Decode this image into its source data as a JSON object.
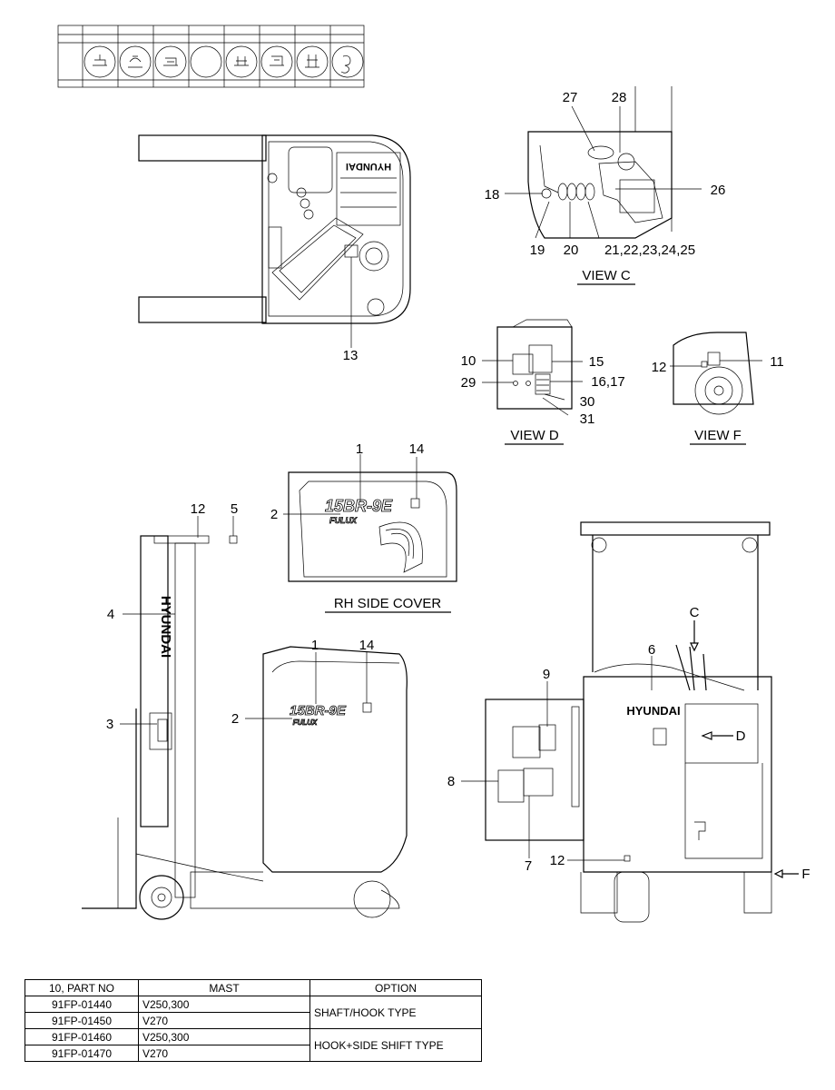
{
  "rh_side_cover": {
    "model_text": "15BR-9E",
    "sub_text": "FULUX"
  },
  "mast_brand": "HYUNDAI",
  "body_brand": "HYUNDAI",
  "console_brand": "HYUNDAI",
  "views": {
    "c": "VIEW C",
    "d": "VIEW D",
    "f": "VIEW F",
    "rh": "RH SIDE COVER"
  },
  "arrow_labels": {
    "c": "C",
    "d": "D",
    "f": "F"
  },
  "callouts": {
    "top_view": [
      "13"
    ],
    "view_c": [
      "27",
      "28",
      "18",
      "26",
      "19",
      "20",
      "21,22,23,24,25"
    ],
    "view_d": [
      "10",
      "15",
      "29",
      "16,17",
      "30",
      "31"
    ],
    "view_f": [
      "12",
      "11"
    ],
    "rh_cover": [
      "1",
      "14",
      "2"
    ],
    "side_view": [
      "12",
      "5",
      "4",
      "1",
      "14",
      "2",
      "3"
    ],
    "rear_view": [
      "C",
      "6",
      "9",
      "8",
      "7",
      "12"
    ]
  },
  "parts_table": {
    "headers": [
      "10, PART NO",
      "MAST",
      "OPTION"
    ],
    "rows": [
      {
        "part_no": "91FP-01440",
        "mast": "V250,300"
      },
      {
        "part_no": "91FP-01450",
        "mast": "V270"
      },
      {
        "part_no": "91FP-01460",
        "mast": "V250,300"
      },
      {
        "part_no": "91FP-01470",
        "mast": "V270"
      }
    ],
    "options": [
      "SHAFT/HOOK TYPE",
      "HOOK+SIDE SHIFT TYPE"
    ]
  }
}
